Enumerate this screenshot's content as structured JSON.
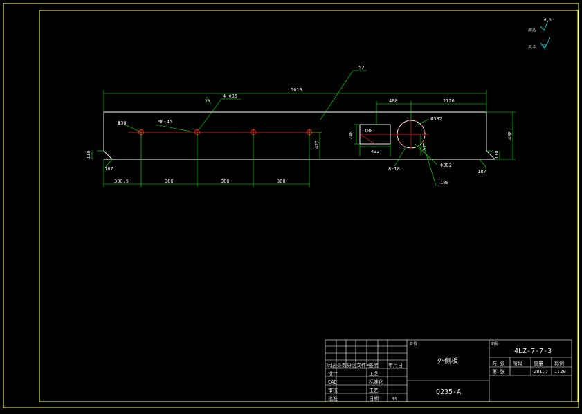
{
  "drawing": {
    "overall_length": "5619",
    "tag_top": "52",
    "hole_note": "4-Φ35",
    "angle_note": "30",
    "hole_note_2": "Φ30",
    "thread_note": "M6-45",
    "left_offset": "380.5",
    "pitch_1": "380",
    "pitch_2": "380",
    "pitch_3": "380",
    "height_right": "480",
    "height_mid": "425",
    "left_edge": "110",
    "left_chamfer": "187",
    "right_edge": "110",
    "right_chamfer": "187",
    "rect_top": "480",
    "right_run": "2126",
    "circle_dia": "Φ382",
    "rect_h": "100",
    "rect_w": "432",
    "rect_left": "240",
    "slot_note": "8-18",
    "circle_note": "Φ382",
    "circle_vert": "575",
    "circle_angle": "100"
  },
  "roughness": {
    "surface_label": "周边",
    "surface_value": "6.3",
    "rest_label": "其余"
  },
  "title_block": {
    "rev_headers": [
      "标记",
      "处数",
      "分区",
      "文件号",
      "签名",
      "年月日"
    ],
    "role_design": "设计",
    "role_standard": "标准化",
    "role_draw": "CAD",
    "role_check": "审核",
    "role_approve": "批准",
    "process": "工艺",
    "stage_label": "阶段",
    "mass_label": "重量",
    "scale_label": "比例",
    "sheets_label": "共 张",
    "sheet_label": "第 张",
    "mass_value": "281.7",
    "scale_value": "1:20",
    "company_tag": "单位",
    "drawing_no_tag": "图号",
    "part_name": "外侧板",
    "material": "Q235-A",
    "drawing_number": "4LZ-7-7-3",
    "extra_1": "工艺",
    "extra_2": "日期",
    "page_mark": "44"
  },
  "colors": {
    "frame": "#ffff66",
    "outline": "#ffffff",
    "dimension": "#00ff00",
    "centerline": "#ff2020",
    "roughness": "#00ffff",
    "background": "#000000"
  }
}
